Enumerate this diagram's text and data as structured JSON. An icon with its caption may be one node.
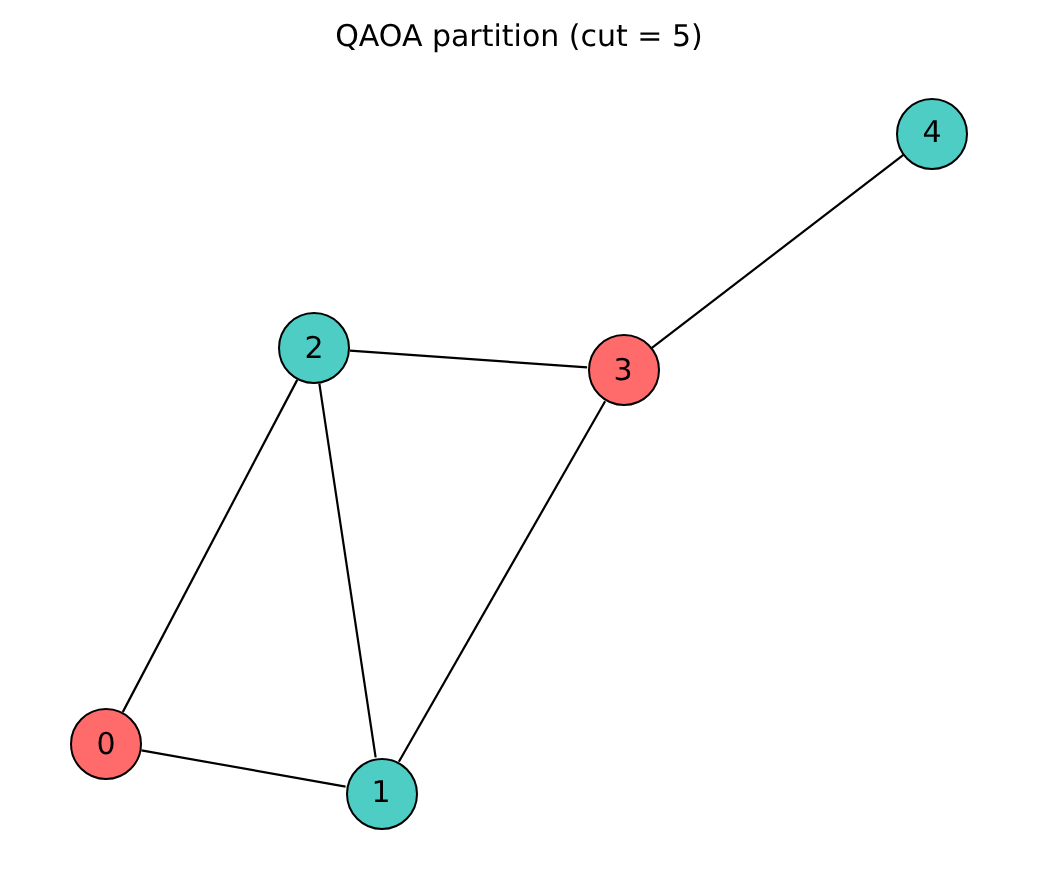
{
  "diagram": {
    "title": "QAOA partition (cut = 5)",
    "nodes": [
      {
        "text": [
          "0"
        ]
      },
      {
        "text": [
          "1"
        ]
      },
      {
        "text": [
          "2"
        ]
      },
      {
        "text": [
          "3"
        ]
      },
      {
        "text": [
          "4"
        ]
      }
    ],
    "edges": [
      {
        "from": 0,
        "to": 1,
        "arrow": "none"
      },
      {
        "from": 0,
        "to": 2,
        "arrow": "none"
      },
      {
        "from": 1,
        "to": 2,
        "arrow": "none"
      },
      {
        "from": 1,
        "to": 3,
        "arrow": "none"
      },
      {
        "from": 2,
        "to": 3,
        "arrow": "none"
      },
      {
        "from": 3,
        "to": 4,
        "arrow": "none"
      }
    ]
  }
}
